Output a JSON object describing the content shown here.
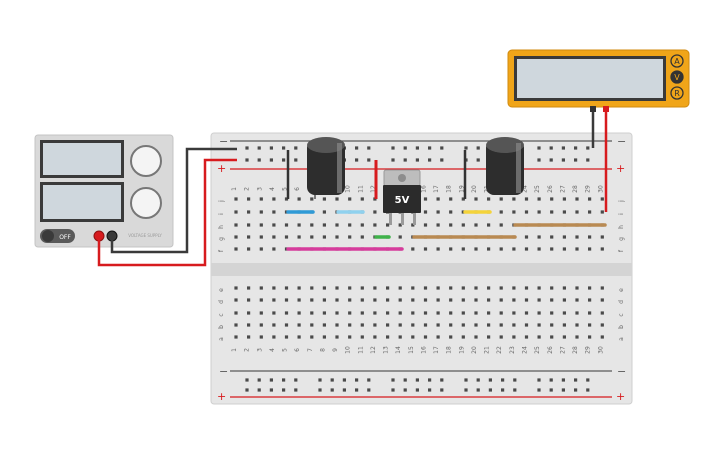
{
  "power_supply": {
    "off_label": "OFF",
    "display1_value": "",
    "display2_value": "",
    "brand_text": "VOLTAGE SUPPLY"
  },
  "multimeter": {
    "display_value": "",
    "modes": [
      "A",
      "V",
      "R"
    ]
  },
  "breadboard": {
    "columns": [
      "1",
      "2",
      "3",
      "4",
      "5",
      "6",
      "7",
      "8",
      "9",
      "10",
      "11",
      "12",
      "13",
      "14",
      "15",
      "16",
      "17",
      "18",
      "19",
      "20",
      "21",
      "22",
      "23",
      "24",
      "25",
      "26",
      "27",
      "28",
      "29",
      "30"
    ],
    "rows_top": [
      "j",
      "i",
      "h",
      "g",
      "f"
    ],
    "rows_bottom": [
      "e",
      "d",
      "c",
      "b",
      "a"
    ],
    "rail_minus": "−",
    "rail_plus": "+"
  },
  "regulator": {
    "label": "5V"
  },
  "colors": {
    "wire_red": "#d71b1e",
    "wire_black": "#3a3a3a",
    "wire_blue": "#2f9ad6",
    "wire_lightblue": "#8fd1ee",
    "wire_yellow": "#f4d33a",
    "wire_green": "#3fb24a",
    "wire_pink": "#d63c9c",
    "wire_brown": "#b98a52",
    "multimeter_body": "#f0a519",
    "regulator_body": "#2b2b2b",
    "capacitor_body": "#2d2d2d"
  }
}
